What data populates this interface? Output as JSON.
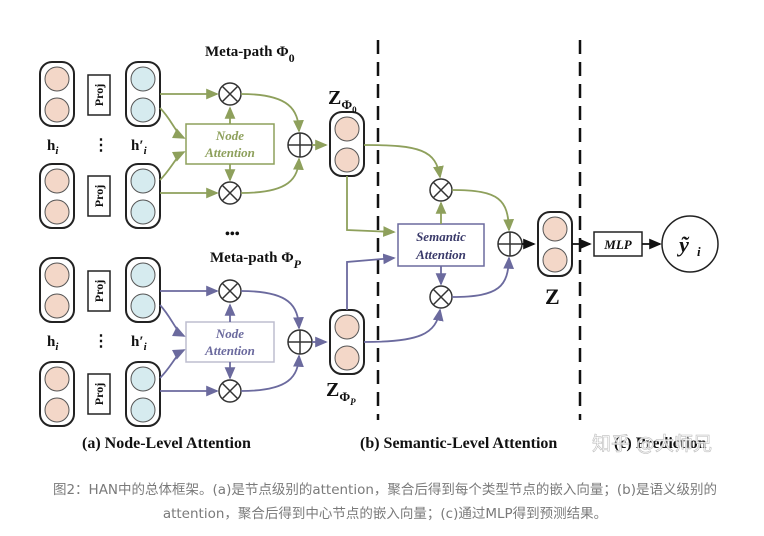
{
  "figure": {
    "metapath_top": "Meta-path Φ",
    "metapath_top_sub": "0",
    "metapath_bottom": "Meta-path Φ",
    "metapath_bottom_sub": "P",
    "proj_label": "Proj",
    "h_label": "h",
    "h_sub": "i",
    "hprime_label": "h′",
    "hprime_sub": "i",
    "vdots": "⋮",
    "node_attention_1": "Node",
    "node_attention_2": "Attention",
    "semantic_attention_1": "Semantic",
    "semantic_attention_2": "Attention",
    "z_phi0": "Z",
    "z_phi0_sub": "Φ",
    "z_phi0_subsub": "0",
    "z_phip": "Z",
    "z_phip_sub": "Φ",
    "z_phip_subsub": "P",
    "z_final": "Z",
    "mlp": "MLP",
    "y_label": "ỹ",
    "y_sub": "i",
    "ellipsis": "•••",
    "section_a": "(a) Node-Level Attention",
    "section_b": "(b) Semantic-Level Attention",
    "section_c": "(c) Prediction",
    "watermark": "知乎 @大师兄"
  },
  "caption": "图2：HAN中的总体框架。(a)是节点级别的attention，聚合后得到每个类型节点的嵌入向量；(b)是语义级别的attention，聚合后得到中心节点的嵌入向量；(c)通过MLP得到预测结果。",
  "colors": {
    "green": "#8ea05c",
    "purple": "#6b6a9e",
    "peach": "#f3d7c8",
    "lightblue": "#d6ebef",
    "dark": "#111111"
  }
}
